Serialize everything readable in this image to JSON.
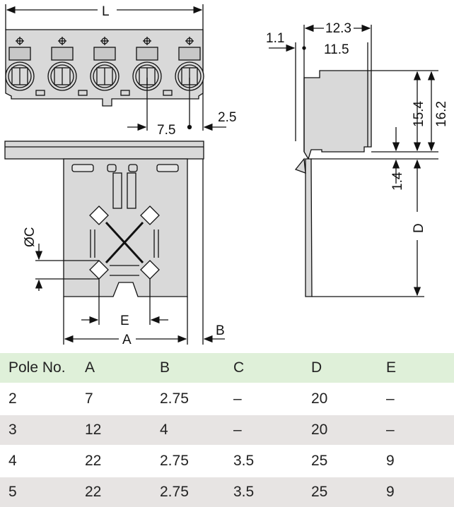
{
  "drawing": {
    "dimensions": {
      "L": "L",
      "pitch": "7.5",
      "edge": "2.5",
      "d1_1": "1.1",
      "d12_3": "12.3",
      "d11_5": "11.5",
      "d15_4": "15.4",
      "d16_2": "16.2",
      "d1_4": "1.4",
      "D": "D",
      "C": "ØC",
      "E": "E",
      "A": "A",
      "B": "B"
    },
    "colors": {
      "body": "#d9d9d9",
      "line": "#111111"
    }
  },
  "table": {
    "headers": [
      "Pole No.",
      "A",
      "B",
      "C",
      "D",
      "E"
    ],
    "rows": [
      [
        "2",
        "7",
        "2.75",
        "–",
        "20",
        "–"
      ],
      [
        "3",
        "12",
        "4",
        "–",
        "20",
        "–"
      ],
      [
        "4",
        "22",
        "2.75",
        "3.5",
        "25",
        "9"
      ],
      [
        "5",
        "22",
        "2.75",
        "3.5",
        "25",
        "9"
      ]
    ],
    "header_color": "#dff0d9",
    "alt_row_color": "#e7e4e3"
  }
}
